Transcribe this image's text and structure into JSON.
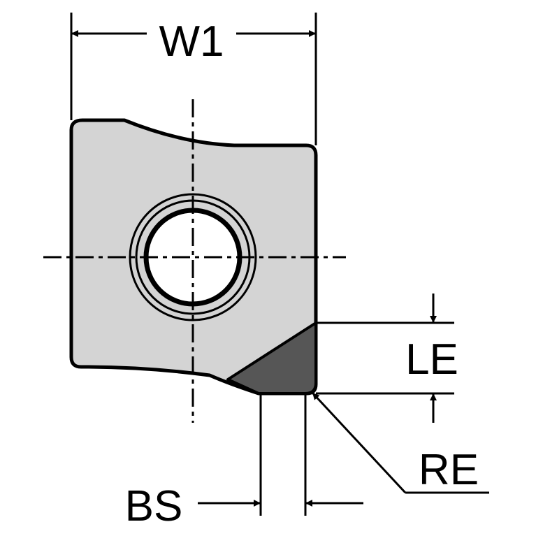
{
  "labels": {
    "width": "W1",
    "cutting_edge_length": "LE",
    "corner_radius": "RE",
    "wiper_length": "BS"
  },
  "colors": {
    "insert_body": "#d4d4d4",
    "cutting_tip": "#565656",
    "outline": "#000000",
    "background": "#ffffff"
  }
}
